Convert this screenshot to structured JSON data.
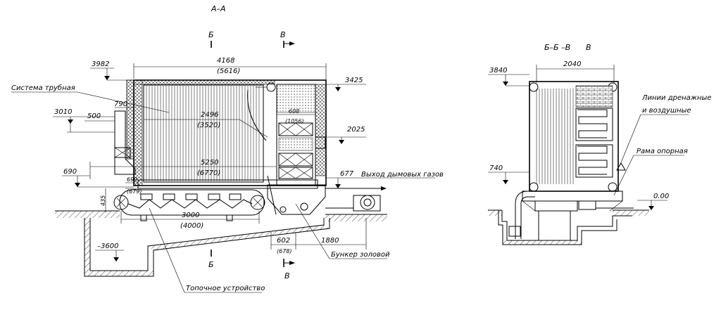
{
  "views": {
    "left_title": "А–А",
    "right_title": "Б–Б –В",
    "right_title_suffix": "В"
  },
  "section_marks": {
    "b_top": "Б",
    "v_top": "В",
    "b_bottom": "Б",
    "v_bottom": "В"
  },
  "labels": {
    "tube_system": "Система трубная",
    "flue_gas_outlet": "Выход дымовых газов",
    "ash_bunker": "Бункер золовой",
    "furnace_device": "Топочное устройство",
    "drain_air_lines_1": "Линии дренажные",
    "drain_air_lines_2": "и воздушные",
    "support_frame": "Рама опорная"
  },
  "left_dims": {
    "total_length": "4168",
    "total_length_alt": "(5616)",
    "elev_3982": "3982",
    "elev_3425": "3425",
    "elev_3010": "3010",
    "d_500": "500",
    "d_790": "790",
    "d_2496": "2496",
    "d_2496_alt": "(3520)",
    "d_608": "608",
    "d_608_alt": "(1056)",
    "elev_2025": "2025",
    "d_5250": "5250",
    "d_5250_alt": "(6770)",
    "elev_690": "690",
    "d_699": "699",
    "d_679": "(679)",
    "elev_677": "677",
    "d_435": "435",
    "d_3000": "3000",
    "d_3000_alt": "(4000)",
    "elev_m3600": "–3600",
    "d_602": "602",
    "d_602_alt": "(678)",
    "d_1880": "1880"
  },
  "right_dims": {
    "elev_3840": "3840",
    "d_2040": "2040",
    "elev_740": "740",
    "elev_000": "0.00"
  }
}
